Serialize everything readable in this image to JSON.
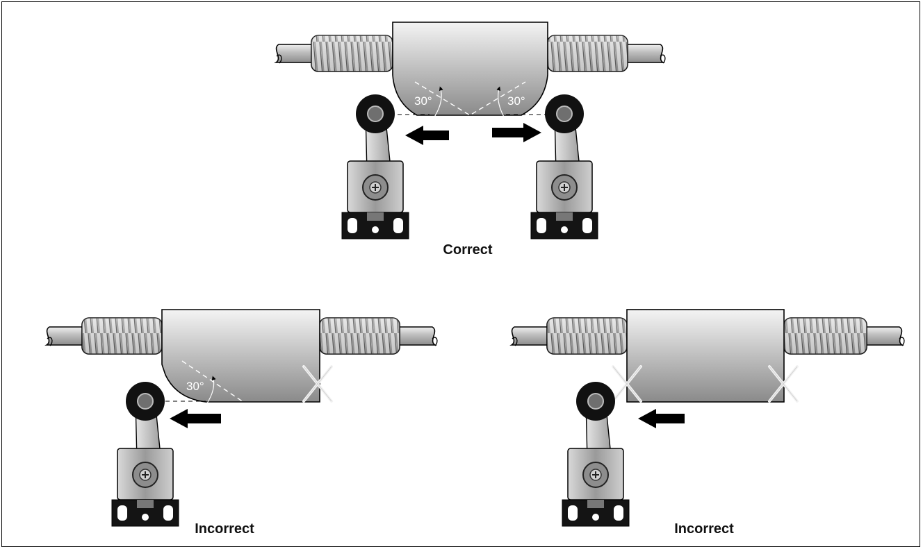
{
  "figure": {
    "scenarios": [
      {
        "id": "correct",
        "caption": "Correct",
        "angle_labels": [
          "30°",
          "30°"
        ],
        "cam": "both ends bevelled",
        "switches": 2
      },
      {
        "id": "incorrect-one-bevel",
        "caption": "Incorrect",
        "angle_labels": [
          "30°"
        ],
        "cam": "one end bevelled",
        "switches": 1
      },
      {
        "id": "incorrect-no-bevel",
        "caption": "Incorrect",
        "angle_labels": [],
        "cam": "square ends",
        "switches": 1
      }
    ]
  },
  "colors": {
    "cam_light": "#f2f2f2",
    "cam_dark": "#8a8a8a",
    "shaft": "#d6d6d6",
    "thread": "#b8b8b8",
    "roller": "#111111",
    "arrow": "#000000",
    "cross": "#e6e6e6"
  },
  "icons": [
    "roller-lever-limit-switch",
    "lead-screw",
    "cam-block",
    "direction-arrow",
    "incorrect-cross"
  ]
}
